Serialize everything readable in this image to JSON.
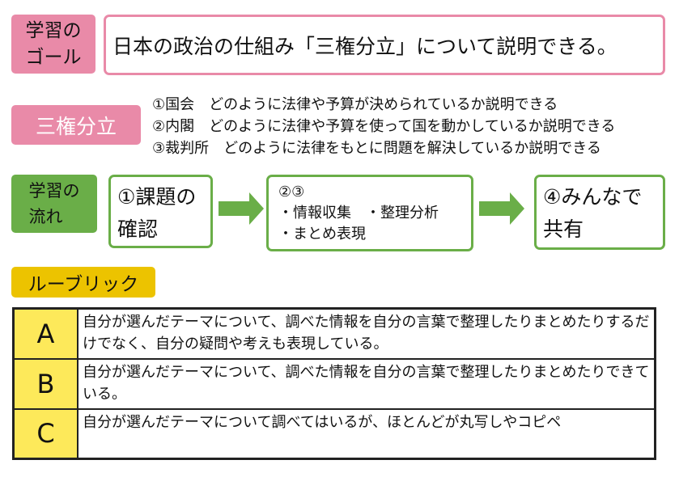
{
  "goal": {
    "label": "学習の\nゴール",
    "text": "日本の政治の仕組み「三権分立」について説明できる。"
  },
  "sanken": {
    "label": "三権分立",
    "items": [
      "①国会　どのように法律や予算が決められているか説明できる",
      "②内閣　どのように法律や予算を使って国を動かしているか説明できる",
      "③裁判所　どのように法律をもとに問題を解決しているか説明できる"
    ]
  },
  "flow": {
    "label": "学習の\n流れ",
    "step1": "①課題の\n確認",
    "step2_title": "②③",
    "step2_items": [
      "・情報収集　・整理分析",
      "・まとめ表現"
    ],
    "step3": "④みんなで\n共有"
  },
  "rubric": {
    "label": "ルーブリック",
    "rows": [
      {
        "grade": "A",
        "text": "自分が選んだテーマについて、調べた情報を自分の言葉で整理したりまとめたりするだけでなく、自分の疑問や考えも表現している。"
      },
      {
        "grade": "B",
        "text": "自分が選んだテーマについて、調べた情報を自分の言葉で整理したりまとめたりできている。"
      },
      {
        "grade": "C",
        "text": "自分が選んだテーマについて調べてはいるが、ほとんどが丸写しやコピペ"
      }
    ]
  },
  "colors": {
    "pink": "#e98aa8",
    "green": "#6aae48",
    "yellow": "#ecc300",
    "grade_bg": "#fde95a"
  }
}
